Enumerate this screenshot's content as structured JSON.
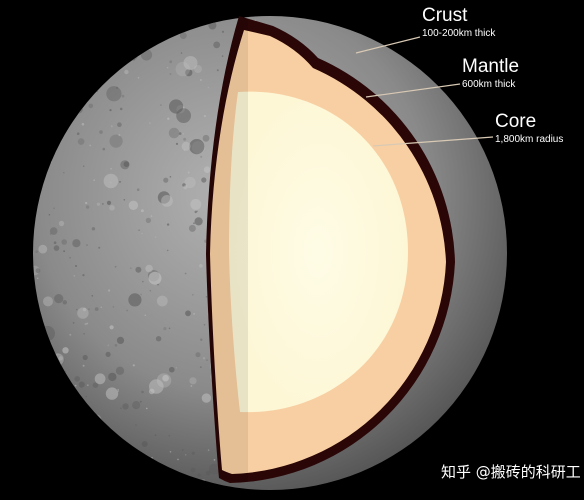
{
  "layers": [
    {
      "name": "Crust",
      "detail": "100-200km thick",
      "color": "#2a0607"
    },
    {
      "name": "Mantle",
      "detail": "600km thick",
      "color": "#f8cfa2"
    },
    {
      "name": "Core",
      "detail": "1,800km radius",
      "color": "#fefbe4"
    }
  ],
  "watermark": "知乎 @搬砖的科研工",
  "colors": {
    "background": "#000000",
    "surface": "#8c8c8c",
    "crust": "#2a0607",
    "mantle": "#f8cfa2",
    "core": "#fefbe4",
    "leader_line": "#d8c9b4"
  }
}
